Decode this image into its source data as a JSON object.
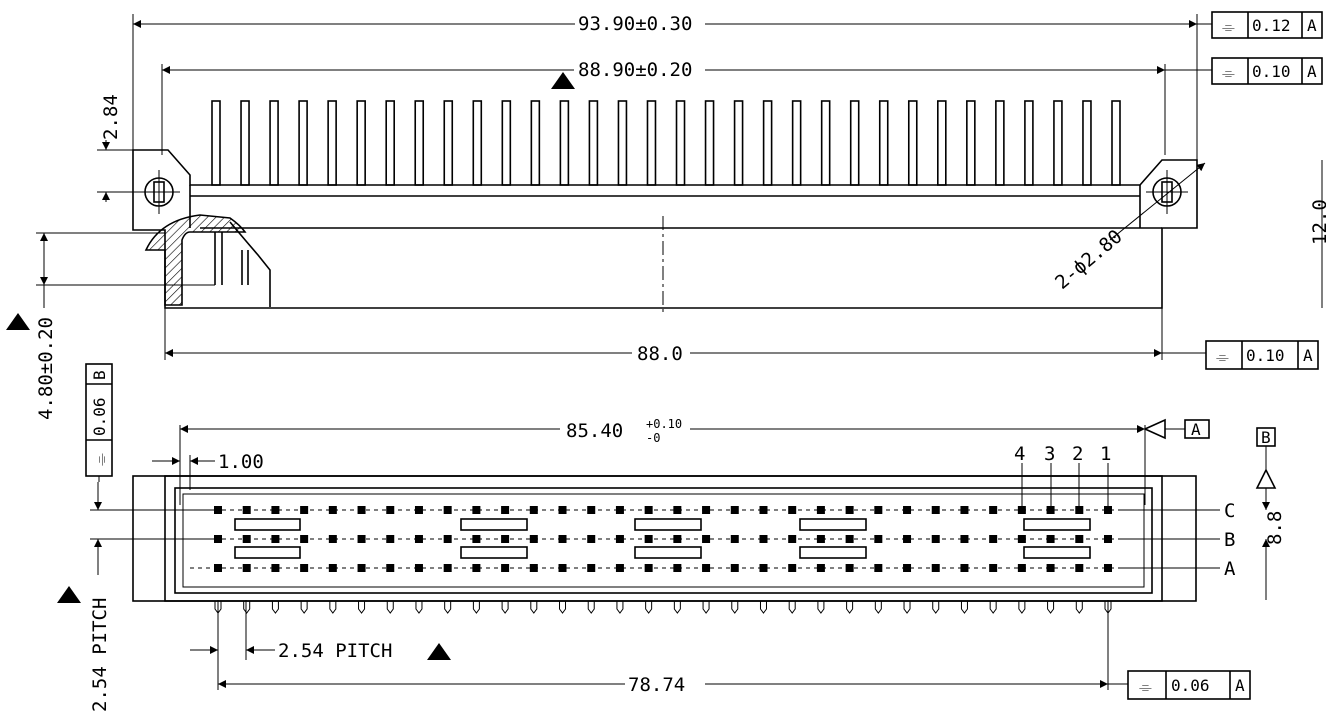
{
  "top_view": {
    "overall_width": "93.90±0.30",
    "mount_pitch": "88.90±0.20",
    "flange_height": "2.84",
    "hole_dia": "2-ϕ2.80",
    "body_width": "88.0",
    "height_dim": "4.80±0.20",
    "right_height": "12.0",
    "pin_count": 32
  },
  "front_view": {
    "pin_span": "85.40",
    "pin_span_tol_upper": "+0.10",
    "pin_span_tol_lower": "-0",
    "edge_offset": "1.00",
    "row_pitch_label": "2.54 PITCH",
    "col_pitch_label": "2.54 PITCH",
    "row_height": "8.8",
    "first_last_pin": "78.74",
    "row_labels": [
      "C",
      "B",
      "A"
    ],
    "pin_numbers": [
      "4",
      "3",
      "2",
      "1"
    ],
    "pin_count": 32
  },
  "tolerance_frames": [
    {
      "symbol": "⌯",
      "value": "0.12",
      "datum": "A"
    },
    {
      "symbol": "⌯",
      "value": "0.10",
      "datum": "A"
    },
    {
      "symbol": "⌯",
      "value": "0.10",
      "datum": "A"
    },
    {
      "symbol": "⌯",
      "value": "0.06",
      "datum": "B"
    },
    {
      "symbol": "⌯",
      "value": "0.06",
      "datum": "A"
    }
  ],
  "datum_labels": [
    "A",
    "B"
  ]
}
